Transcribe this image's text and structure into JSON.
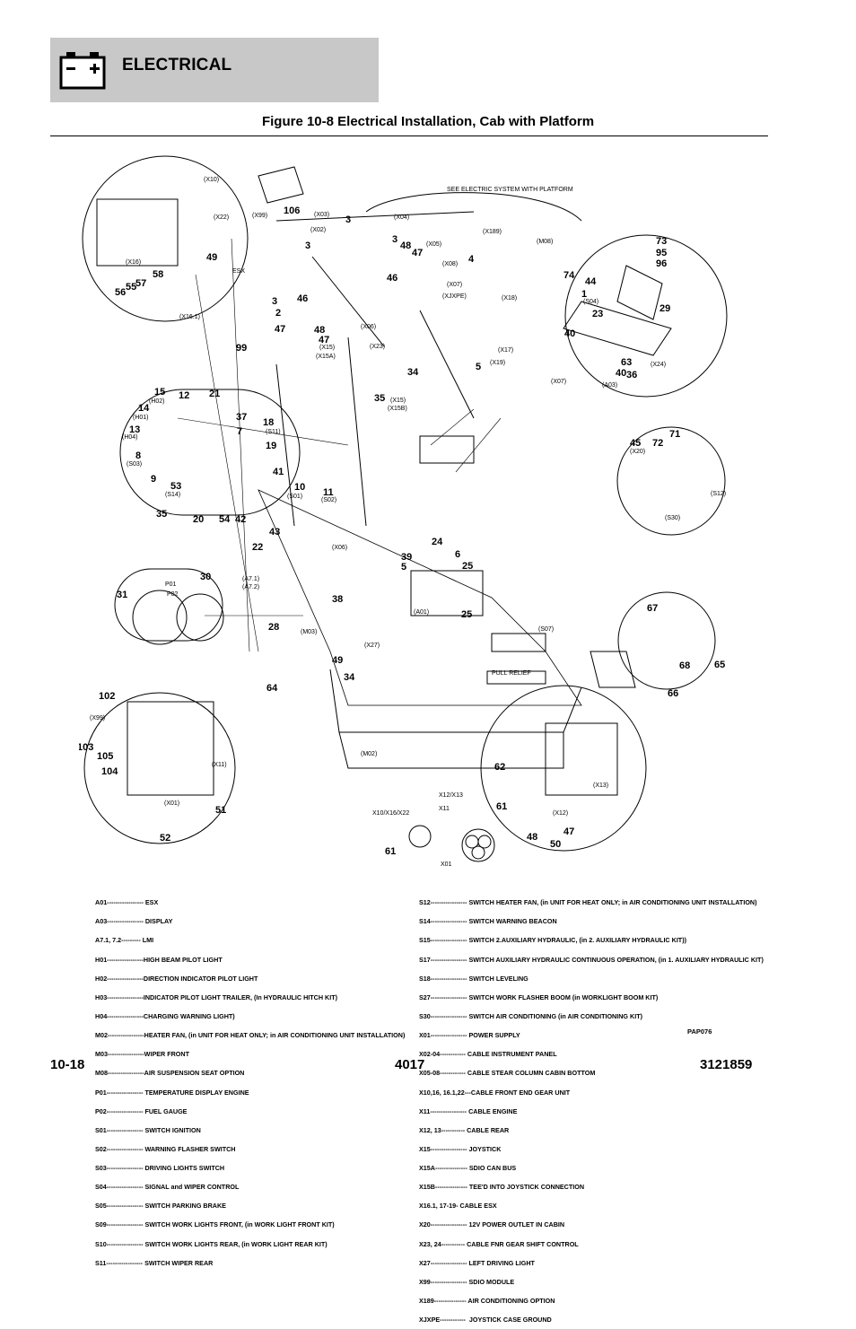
{
  "header": {
    "section": "ELECTRICAL",
    "figure_title": "Figure 10-8 Electrical Installation, Cab with Platform"
  },
  "diagram": {
    "note": "SEE ELECTRIC SYSTEM WITH PLATFORM",
    "pull_relief": "PULL RELIEF",
    "code": "PAP076",
    "callouts": [
      "106",
      "49",
      "58",
      "56",
      "55",
      "57",
      "99",
      "3",
      "3",
      "3",
      "48",
      "47",
      "46",
      "46",
      "3",
      "2",
      "47",
      "48",
      "47",
      "4",
      "5",
      "34",
      "35",
      "73",
      "95",
      "96",
      "74",
      "44",
      "1",
      "29",
      "23",
      "40",
      "63",
      "40",
      "36",
      "15",
      "12",
      "21",
      "14",
      "37",
      "13",
      "7",
      "18",
      "19",
      "8",
      "9",
      "53",
      "41",
      "35",
      "20",
      "54",
      "42",
      "10",
      "11",
      "45",
      "72",
      "71",
      "43",
      "22",
      "39",
      "5",
      "24",
      "6",
      "25",
      "25",
      "31",
      "30",
      "28",
      "38",
      "49",
      "34",
      "64",
      "67",
      "68",
      "65",
      "66",
      "102",
      "103",
      "105",
      "104",
      "51",
      "52",
      "62",
      "61",
      "48",
      "47",
      "50",
      "61"
    ],
    "connectors": [
      "(X10)",
      "(X22)",
      "(X99)",
      "(X16)",
      "ESX",
      "(X16.1)",
      "(X03)",
      "(X02)",
      "(X04)",
      "(X05)",
      "(X08)",
      "(X07)",
      "(XJXPE)",
      "(X06)",
      "(X23)",
      "(X15)",
      "(X15A)",
      "(X15)",
      "(X15B)",
      "(X189)",
      "(M08)",
      "(X18)",
      "(X17)",
      "(X19)",
      "(S04)",
      "(X24)",
      "(X07)",
      "(A03)",
      "(H02)",
      "(H01)",
      "(H04)",
      "(S11)",
      "(S03)",
      "(S14)",
      "(S01)",
      "(S02)",
      "(X06)",
      "(X20)",
      "(S12)",
      "(S30)",
      "(A7.1)",
      "(A7.2)",
      "P01",
      "P02",
      "(M03)",
      "(A01)",
      "(X27)",
      "(S07)",
      "(M02)",
      "(X99)",
      "(X11)",
      "(X01)",
      "(X13)",
      "(X12)",
      "X12/X13",
      "X11",
      "X10/X16/X22",
      "X01"
    ]
  },
  "legend_left": [
    "A01----------------- ESX",
    "A03----------------- DISPLAY",
    "A7.1, 7.2--------- LMI",
    "H01-----------------HIGH BEAM PILOT LIGHT",
    "H02-----------------DIRECTION INDICATOR PILOT LIGHT",
    "H03-----------------INDICATOR PILOT LIGHT TRAILER, (In HYDRAULIC HITCH KIT)",
    "H04-----------------CHARGING WARNING LIGHT)",
    "M02-----------------HEATER FAN, (in UNIT FOR HEAT ONLY; in AIR CONDITIONING UNIT INSTALLATION)",
    "M03-----------------WIPER FRONT",
    "M08-----------------AIR SUSPENSION SEAT OPTION",
    "P01----------------- TEMPERATURE DISPLAY ENGINE",
    "P02----------------- FUEL GAUGE",
    "S01----------------- SWITCH IGNITION",
    "S02----------------- WARNING FLASHER SWITCH",
    "S03----------------- DRIVING LIGHTS SWITCH",
    "S04----------------- SIGNAL and WIPER CONTROL",
    "S05----------------- SWITCH PARKING BRAKE",
    "S09----------------- SWITCH WORK LIGHTS FRONT, (in WORK LIGHT FRONT KIT)",
    "S10----------------- SWITCH WORK LIGHTS REAR, (in WORK LIGHT REAR KIT)",
    "S11----------------- SWITCH WIPER REAR"
  ],
  "legend_right": [
    "S12----------------- SWITCH HEATER FAN, (in UNIT FOR HEAT ONLY; in AIR CONDITIONING UNIT INSTALLATION)",
    "S14----------------- SWITCH WARNING BEACON",
    "S15----------------- SWITCH 2.AUXILIARY HYDRAULIC, (in 2. AUXILIARY HYDRAULIC KIT))",
    "S17----------------- SWITCH AUXILIARY HYDRAULIC CONTINUOUS OPERATION, (in 1. AUXILIARY HYDRAULIC KIT)",
    "S18----------------- SWITCH LEVELING",
    "S27----------------- SWITCH WORK FLASHER BOOM (in WORKLIGHT BOOM KIT)",
    "S30----------------- SWITCH AIR CONDITIONING (in AIR CONDITIONING KIT)",
    "X01----------------- POWER SUPPLY",
    "X02-04------------ CABLE INSTRUMENT PANEL",
    "X05-08------------ CABLE STEAR COLUMN CABIN BOTTOM",
    "X10,16, 16.1,22---CABLE FRONT END GEAR UNIT",
    "X11----------------- CABLE ENGINE",
    "X12, 13----------- CABLE REAR",
    "X15----------------- JOYSTICK",
    "X15A--------------- SDIO CAN BUS",
    "X15B--------------- TEE'D INTO JOYSTICK CONNECTION",
    "X16.1, 17-19- CABLE ESX",
    "X20----------------- 12V POWER OUTLET IN CABIN",
    "X23, 24----------- CABLE FNR GEAR SHIFT CONTROL",
    "X27----------------- LEFT DRIVING LIGHT",
    "X99----------------- SDIO MODULE",
    "X189--------------- AIR CONDITIONING OPTION",
    "XJXPE------------  JOYSTICK CASE GROUND"
  ],
  "footer": {
    "page": "10-18",
    "model": "4017",
    "doc_number": "3121859"
  }
}
